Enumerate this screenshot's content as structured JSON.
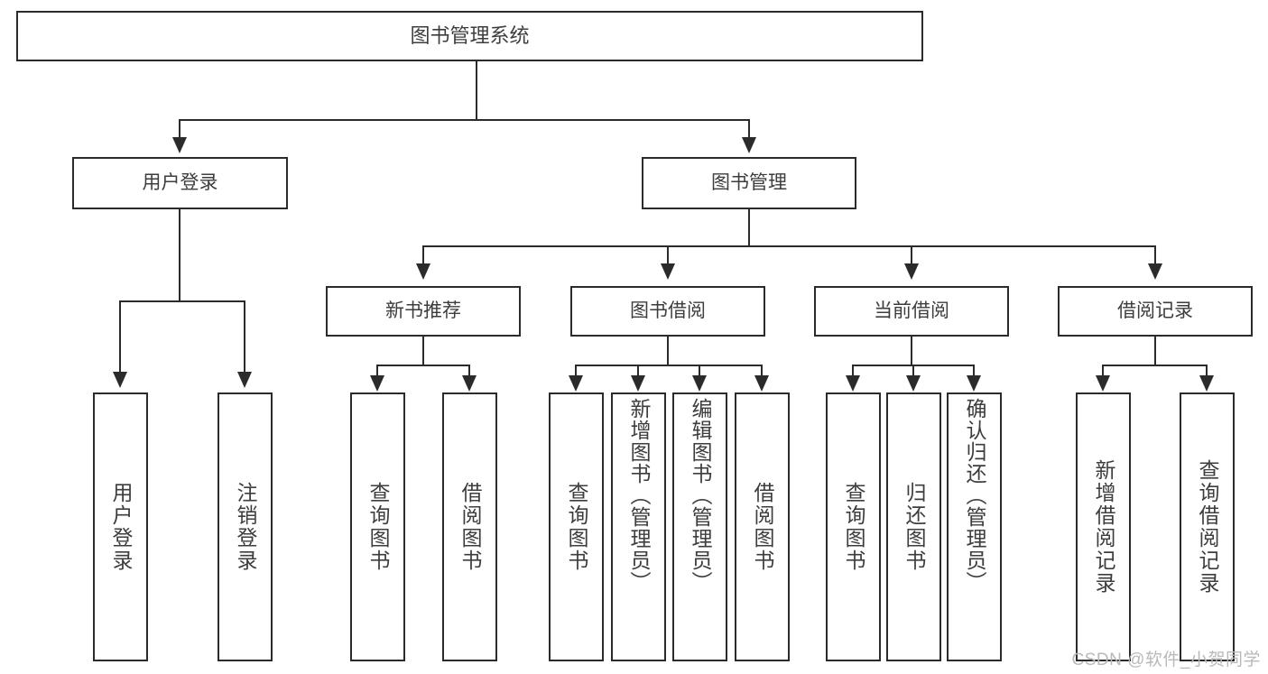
{
  "diagram": {
    "type": "hierarchy-tree",
    "title": "图书管理系统",
    "root": {
      "id": "root",
      "label": "图书管理系统"
    },
    "level2": [
      {
        "id": "user-login",
        "label": "用户登录"
      },
      {
        "id": "book-manage",
        "label": "图书管理"
      }
    ],
    "level3": [
      {
        "id": "new-book-rec",
        "label": "新书推荐"
      },
      {
        "id": "book-borrow",
        "label": "图书借阅"
      },
      {
        "id": "current-borrow",
        "label": "当前借阅"
      },
      {
        "id": "borrow-record",
        "label": "借阅记录"
      }
    ],
    "leaves": [
      {
        "id": "leaf-user-login",
        "label": "用户登录",
        "parent": "user-login"
      },
      {
        "id": "leaf-logout",
        "label": "注销登录",
        "parent": "user-login"
      },
      {
        "id": "leaf-query-book-1",
        "label": "查询图书",
        "parent": "new-book-rec"
      },
      {
        "id": "leaf-borrow-book-1",
        "label": "借阅图书",
        "parent": "new-book-rec"
      },
      {
        "id": "leaf-query-book-2",
        "label": "查询图书",
        "parent": "book-borrow"
      },
      {
        "id": "leaf-add-book",
        "label": "新增图书（管理员）",
        "parent": "book-borrow"
      },
      {
        "id": "leaf-edit-book",
        "label": "编辑图书（管理员）",
        "parent": "book-borrow"
      },
      {
        "id": "leaf-borrow-book-2",
        "label": "借阅图书",
        "parent": "book-borrow"
      },
      {
        "id": "leaf-query-book-3",
        "label": "查询图书",
        "parent": "current-borrow"
      },
      {
        "id": "leaf-return-book",
        "label": "归还图书",
        "parent": "current-borrow"
      },
      {
        "id": "leaf-confirm-return",
        "label": "确认归还（管理员）",
        "parent": "current-borrow"
      },
      {
        "id": "leaf-add-record",
        "label": "新增借阅记录",
        "parent": "borrow-record"
      },
      {
        "id": "leaf-query-record",
        "label": "查询借阅记录",
        "parent": "borrow-record"
      }
    ],
    "watermark": "CSDN @软件_小贺同学",
    "colors": {
      "stroke": "#2b2b2b",
      "text": "#3d3d3d",
      "background": "#ffffff",
      "watermark": "#b9b9b9"
    }
  }
}
